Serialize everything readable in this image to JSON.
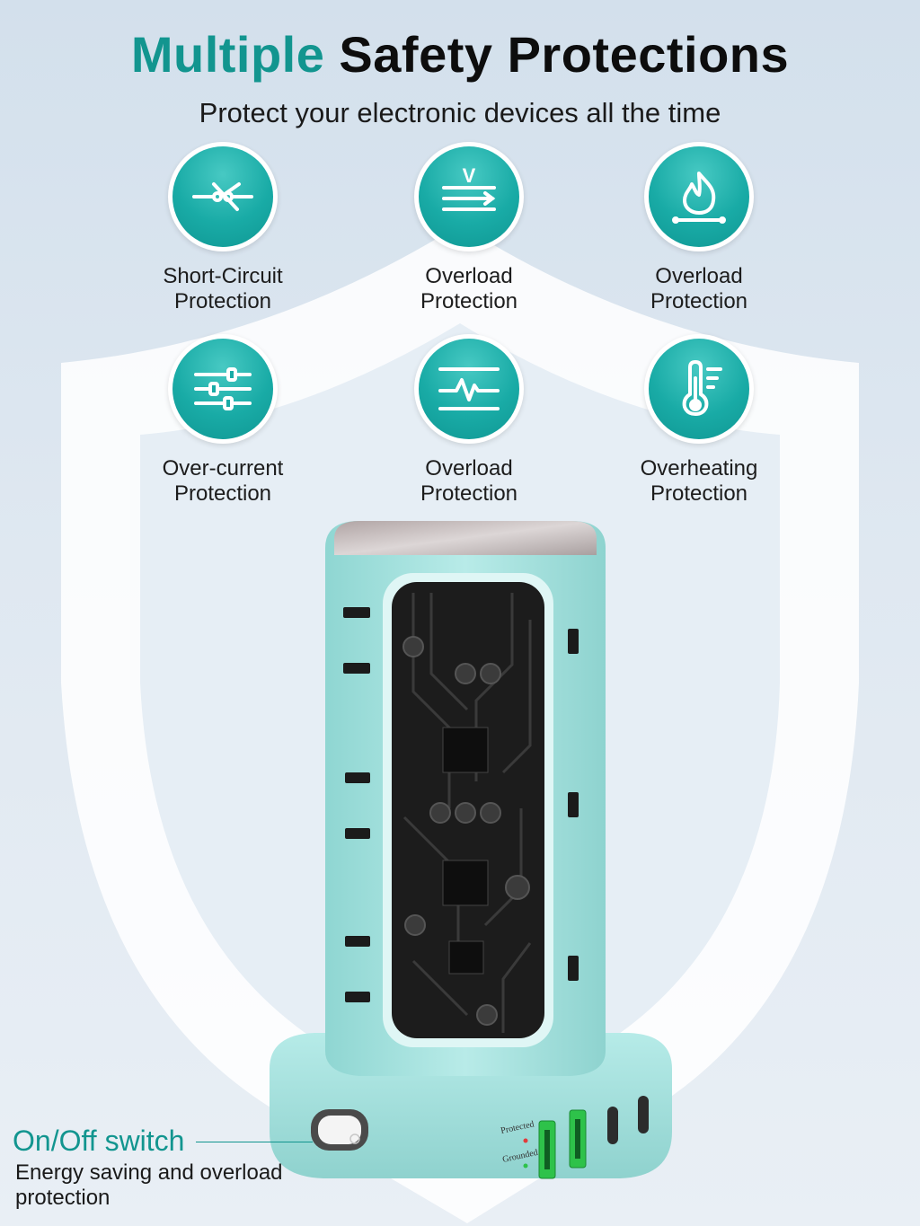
{
  "header": {
    "title_accent": "Multiple",
    "title_rest": " Safety Protections",
    "subtitle": "Protect your electronic devices all the time"
  },
  "features": [
    {
      "icon": "short-circuit-icon",
      "line1": "Short-Circuit",
      "line2": "Protection"
    },
    {
      "icon": "voltage-arrow-icon",
      "line1": "Overload",
      "line2": "Protection",
      "glyph": "V"
    },
    {
      "icon": "flame-icon",
      "line1": "Overload",
      "line2": "Protection"
    },
    {
      "icon": "sliders-icon",
      "line1": "Over-current",
      "line2": "Protection"
    },
    {
      "icon": "pulse-icon",
      "line1": "Overload",
      "line2": "Protection"
    },
    {
      "icon": "thermometer-icon",
      "line1": "Overheating",
      "line2": "Protection"
    }
  ],
  "device": {
    "indicator_protected": "Protected",
    "indicator_grounded": "Grounded"
  },
  "switch": {
    "title": "On/Off switch",
    "desc_line1": "Energy saving and overload",
    "desc_line2": "protection"
  },
  "colors": {
    "accent": "#12958f",
    "icon_teal": "#19aba6",
    "device_body": "#a9e3e0",
    "usb_green": "#2ec24a"
  }
}
